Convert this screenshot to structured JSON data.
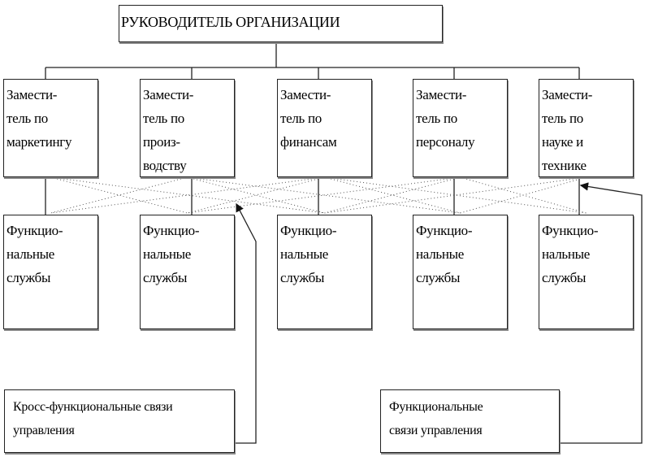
{
  "head": {
    "label": "РУКОВОДИТЕЛЬ ОРГАНИЗАЦИИ"
  },
  "deputies": [
    {
      "lines": [
        "Замести-",
        "тель по",
        "маркетингу"
      ]
    },
    {
      "lines": [
        "Замести-",
        "тель по",
        "произ-",
        "водству"
      ]
    },
    {
      "lines": [
        "Замести-",
        "тель по",
        "финансам"
      ]
    },
    {
      "lines": [
        "Замести-",
        "тель по",
        "персоналу"
      ]
    },
    {
      "lines": [
        "Замести-",
        "тель по",
        "науке и",
        "технике"
      ]
    }
  ],
  "services": {
    "lines": [
      "Функцио-",
      "нальные",
      "службы"
    ]
  },
  "legend": {
    "cross": {
      "lines": [
        "Кросс-функциональные связи",
        "управления"
      ]
    },
    "functional": {
      "lines": [
        "Функциональные",
        "связи управления"
      ]
    }
  }
}
